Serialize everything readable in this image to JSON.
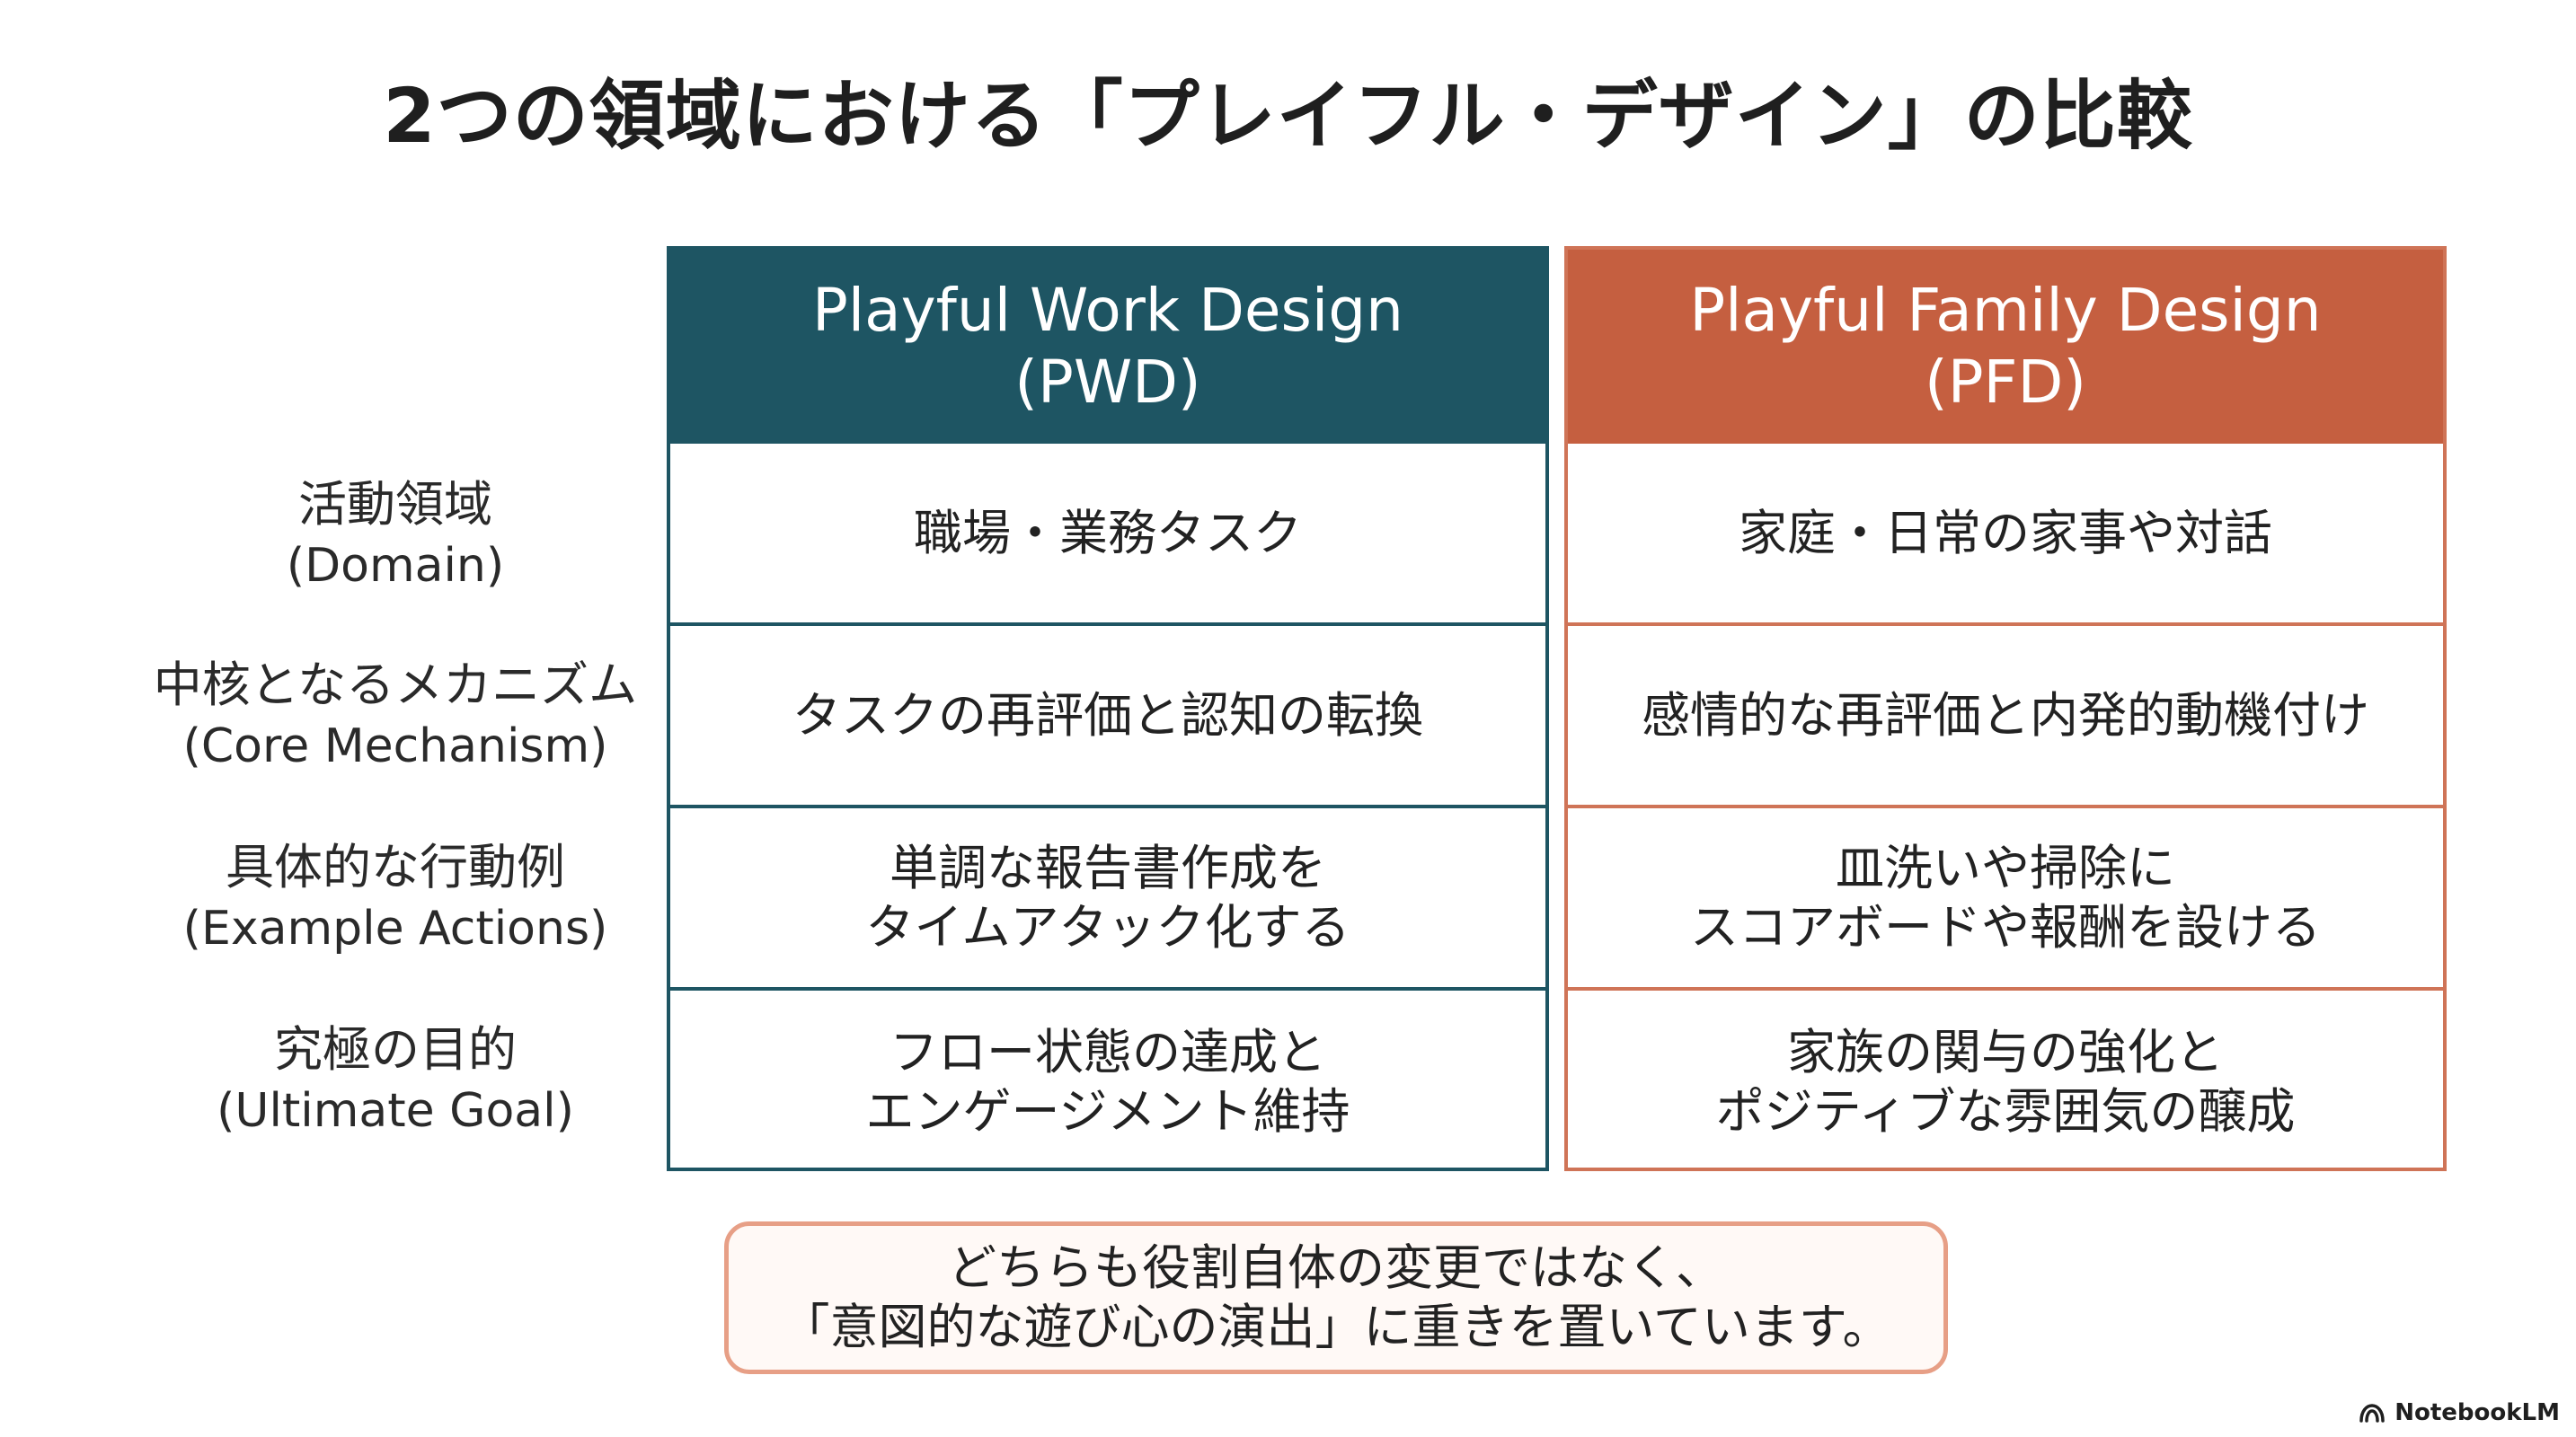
{
  "title": "2つの領域における「プレイフル・デザイン」の比較",
  "row_labels": [
    {
      "jp": "活動領域",
      "en": "(Domain)"
    },
    {
      "jp": "中核となるメカニズム",
      "en": "(Core Mechanism)"
    },
    {
      "jp": "具体的な行動例",
      "en": "(Example Actions)"
    },
    {
      "jp": "究極の目的",
      "en": "(Ultimate Goal)"
    }
  ],
  "columns": [
    {
      "title": "Playful Work Design",
      "abbr": "(PWD)",
      "cells": [
        {
          "line1": "職場・業務タスク",
          "line2": ""
        },
        {
          "line1": "タスクの再評価と認知の転換",
          "line2": ""
        },
        {
          "line1": "単調な報告書作成を",
          "line2": "タイムアタック化する"
        },
        {
          "line1": "フロー状態の達成と",
          "line2": "エンゲージメント維持"
        }
      ]
    },
    {
      "title": "Playful Family Design",
      "abbr": "(PFD)",
      "cells": [
        {
          "line1": "家庭・日常の家事や対話",
          "line2": ""
        },
        {
          "line1": "感情的な再評価と内発的動機付け",
          "line2": ""
        },
        {
          "line1": "皿洗いや掃除に",
          "line2": "スコアボードや報酬を設ける"
        },
        {
          "line1": "家族の関与の強化と",
          "line2": "ポジティブな雰囲気の醸成"
        }
      ]
    }
  ],
  "note": {
    "line1": "どちらも役割自体の変更ではなく、",
    "line2": "「意図的な遊び心の演出」に重きを置いています。"
  },
  "brand": "NotebookLM",
  "colors": {
    "pwd": "#1e5563",
    "pfd": "#c55f40",
    "note_border": "#e79f86"
  }
}
